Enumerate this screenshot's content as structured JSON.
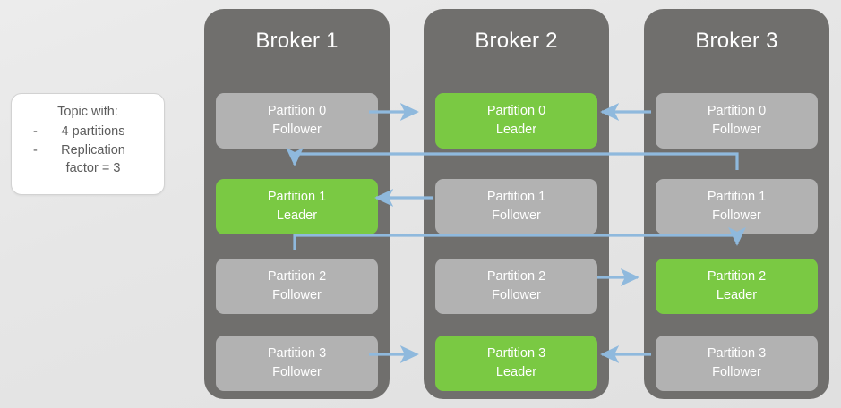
{
  "legend": {
    "title": "Topic with:",
    "items": [
      "4 partitions",
      "Replication factor = 3"
    ],
    "item_1_line_a": "4 partitions",
    "item_2_line_a": "Replication",
    "item_2_line_b": "factor = 3",
    "dash": "-"
  },
  "colors": {
    "background": "#e6e6e6",
    "broker_fill": "#706f6d",
    "follower_fill": "#b2b2b2",
    "leader_fill": "#7ac943",
    "arrow": "#8fb9dd",
    "title_text": "#ffffff",
    "legend_text": "#5c5c5c",
    "legend_border": "#d2d2d2"
  },
  "brokers": [
    {
      "id": "broker-1",
      "title": "Broker 1",
      "partitions": [
        {
          "name": "Partition 0",
          "role": "Follower",
          "is_leader": false
        },
        {
          "name": "Partition 1",
          "role": "Leader",
          "is_leader": true
        },
        {
          "name": "Partition 2",
          "role": "Follower",
          "is_leader": false
        },
        {
          "name": "Partition 3",
          "role": "Follower",
          "is_leader": false
        }
      ]
    },
    {
      "id": "broker-2",
      "title": "Broker 2",
      "partitions": [
        {
          "name": "Partition 0",
          "role": "Leader",
          "is_leader": true
        },
        {
          "name": "Partition 1",
          "role": "Follower",
          "is_leader": false
        },
        {
          "name": "Partition 2",
          "role": "Follower",
          "is_leader": false
        },
        {
          "name": "Partition 3",
          "role": "Leader",
          "is_leader": true
        }
      ]
    },
    {
      "id": "broker-3",
      "title": "Broker 3",
      "partitions": [
        {
          "name": "Partition 0",
          "role": "Follower",
          "is_leader": false
        },
        {
          "name": "Partition 1",
          "role": "Follower",
          "is_leader": false
        },
        {
          "name": "Partition 2",
          "role": "Leader",
          "is_leader": true
        },
        {
          "name": "Partition 3",
          "role": "Follower",
          "is_leader": false
        }
      ]
    }
  ],
  "replication_flows": [
    {
      "partition": "Partition 0",
      "from_broker": "Broker 1",
      "to_broker": "Broker 2",
      "direction": "right"
    },
    {
      "partition": "Partition 0",
      "from_broker": "Broker 3",
      "to_broker": "Broker 2",
      "direction": "left"
    },
    {
      "partition": "Partition 1",
      "from_broker": "Broker 2",
      "to_broker": "Broker 1",
      "direction": "left"
    },
    {
      "partition": "Partition 1",
      "from_broker": "Broker 3",
      "to_broker": "Broker 1",
      "direction": "up-left-down"
    },
    {
      "partition": "Partition 2",
      "from_broker": "Broker 2",
      "to_broker": "Broker 3",
      "direction": "right"
    },
    {
      "partition": "Partition 2",
      "from_broker": "Broker 1",
      "to_broker": "Broker 3",
      "direction": "up-right-down"
    },
    {
      "partition": "Partition 3",
      "from_broker": "Broker 1",
      "to_broker": "Broker 2",
      "direction": "right"
    },
    {
      "partition": "Partition 3",
      "from_broker": "Broker 3",
      "to_broker": "Broker 2",
      "direction": "left"
    }
  ]
}
